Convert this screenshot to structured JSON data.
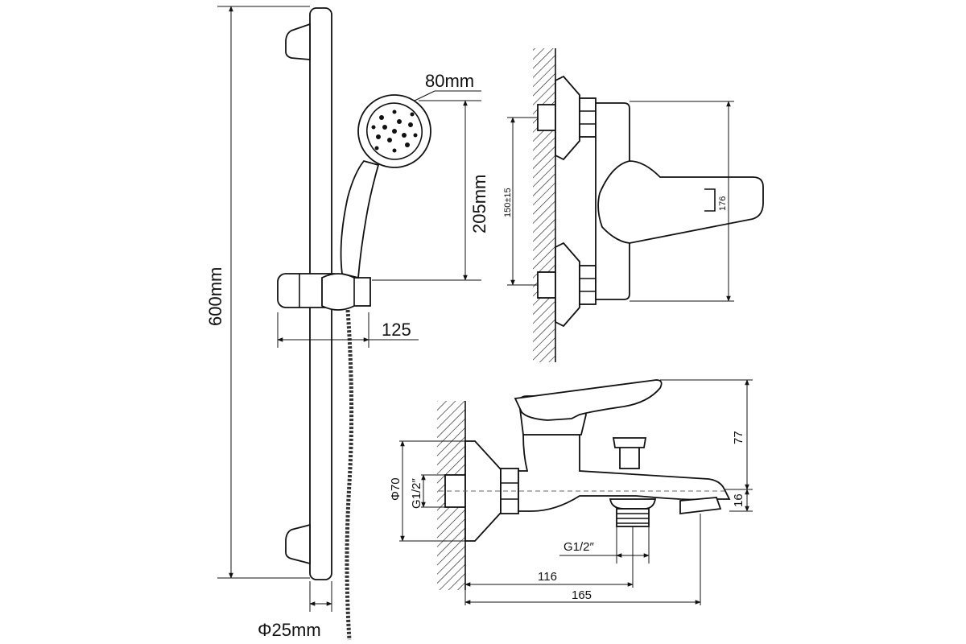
{
  "dimensions": {
    "bar_length": "600mm",
    "bar_diameter": "Φ25mm",
    "head_diameter": "80mm",
    "head_height": "205mm",
    "holder_offset": "125",
    "wall_spacing": "150±15",
    "mixer_height": "176",
    "flange_diameter": "Φ70",
    "inlet_thread": "G1/2″",
    "outlet_thread": "G1/2″",
    "lever_height": "77",
    "spout_height": "16",
    "spout_reach_short": "116",
    "spout_reach_long": "165"
  }
}
